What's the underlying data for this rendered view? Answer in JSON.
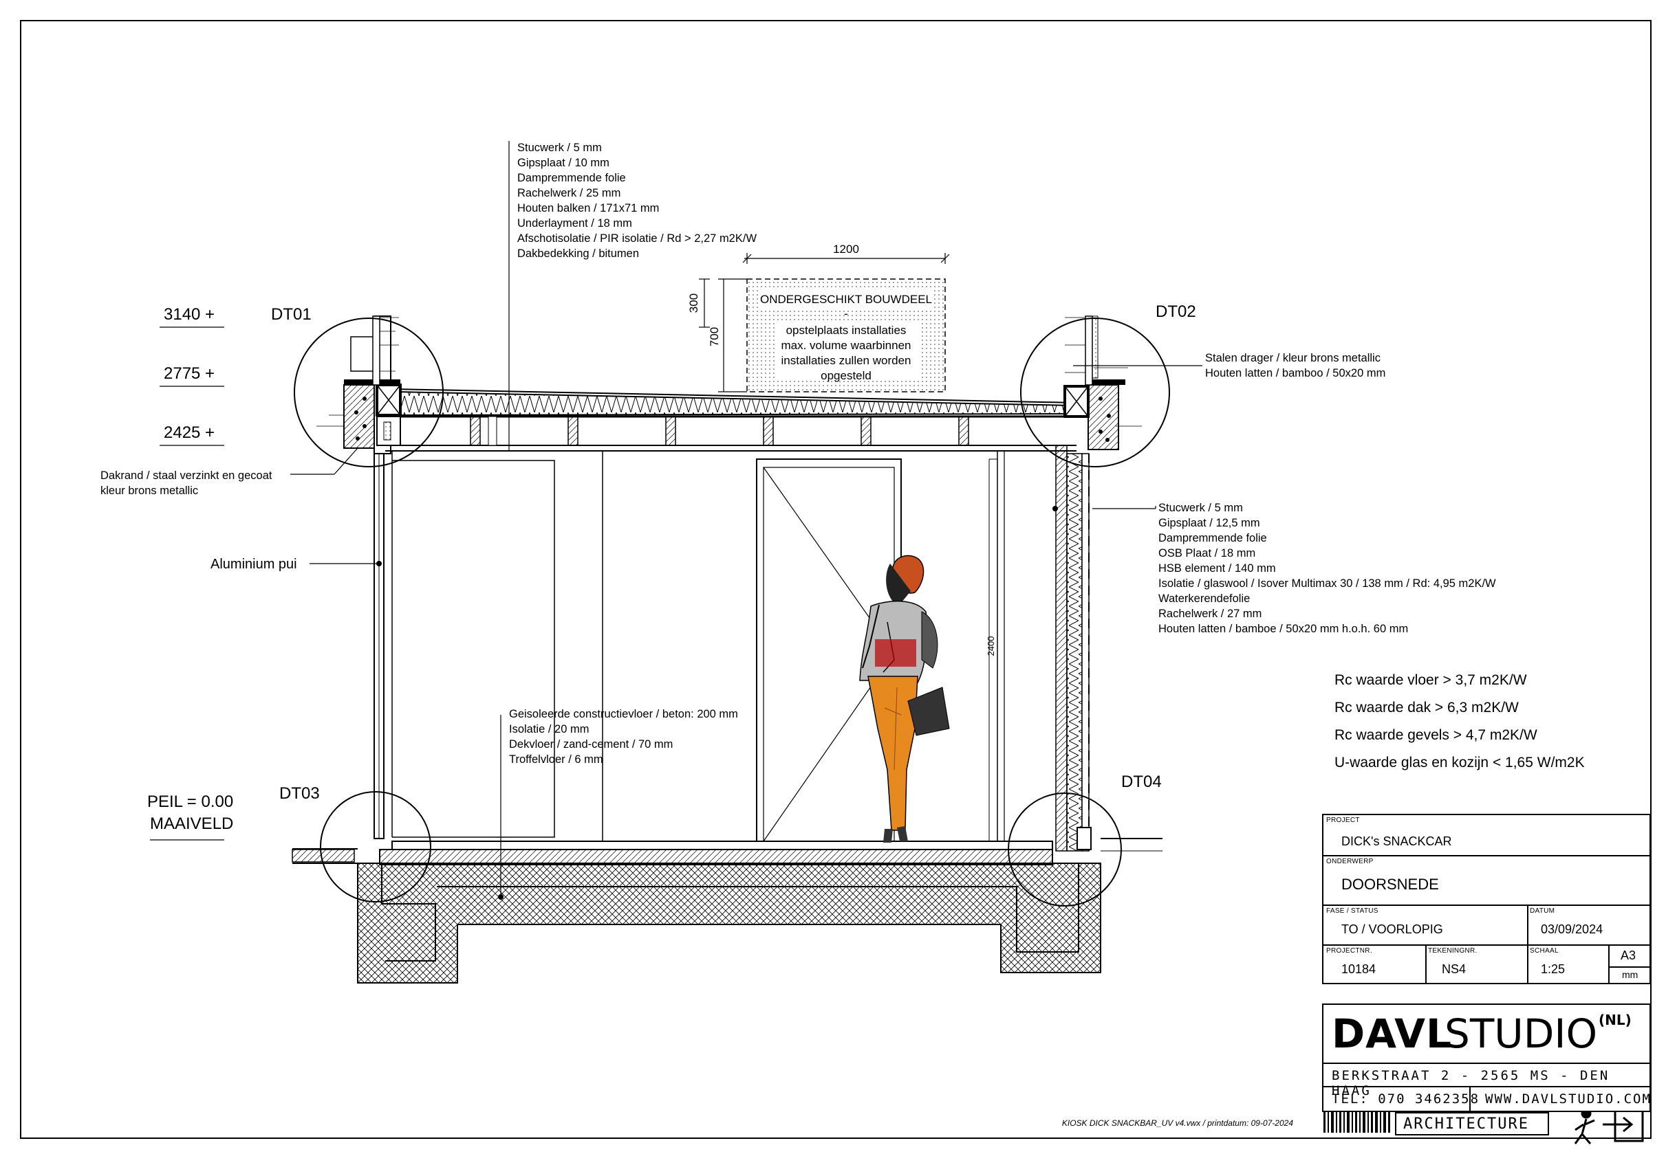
{
  "levels": {
    "l1": "3140 +",
    "l2": "2775 +",
    "l3": "2425 +"
  },
  "details": {
    "dt01": "DT01",
    "dt02": "DT02",
    "dt03": "DT03",
    "dt04": "DT04"
  },
  "peil": {
    "line1": "PEIL = 0.00",
    "line2": "MAAIVELD"
  },
  "roof_build_up": [
    "Stucwerk / 5 mm",
    "Gipsplaat / 10 mm",
    "Dampremmende folie",
    "Rachelwerk / 25 mm",
    "Houten balken / 171x71 mm",
    "Underlayment / 18 mm",
    "Afschotisolatie / PIR isolatie / Rd > 2,27 m2K/W",
    "Dakbedekking / bitumen"
  ],
  "wall_build_up": [
    "Stucwerk / 5 mm",
    "Gipsplaat / 12,5 mm",
    "Dampremmende folie",
    "OSB Plaat / 18 mm",
    "HSB element / 140 mm",
    "Isolatie / glaswool / Isover Multimax 30 / 138 mm / Rd: 4,95 m2K/W",
    "Waterkerendefolie",
    "Rachelwerk / 27 mm",
    "Houten latten / bamboe / 50x20 mm h.o.h. 60 mm"
  ],
  "floor_build_up": [
    "Geisoleerde constructievloer / beton: 200 mm",
    "Isolatie / 20 mm",
    "Dekvloer / zand-cement / 70 mm",
    "Troffelvloer / 6 mm"
  ],
  "steel_note": [
    "Stalen drager / kleur brons metallic",
    "Houten latten / bamboo / 50x20 mm"
  ],
  "dakrand_note": [
    "Dakrand / staal verzinkt en gecoat",
    "kleur brons metallic"
  ],
  "pui_note": "Aluminium pui",
  "installations": {
    "title": "ONDERGESCHIKT BOUWDEEL",
    "dash": "-",
    "lines": [
      "opstelplaats installaties",
      "max. volume waarbinnen",
      "installaties zullen worden",
      "opgesteld"
    ]
  },
  "dimensions": {
    "width": "1200",
    "h300": "300",
    "h700": "700",
    "h2400": "2400"
  },
  "rc_values": [
    "Rc waarde vloer > 3,7 m2K/W",
    "Rc waarde dak > 6,3  m2K/W",
    "Rc waarde gevels >  4,7 m2K/W",
    "U-waarde glas en kozijn < 1,65 W/m2K"
  ],
  "file_note": "KIOSK DICK SNACKBAR_UV v4.vwx  /  printdatum:  09-07-2024",
  "title_block": {
    "project_caption": "PROJECT",
    "project": "DICK's SNACKCAR",
    "subject_caption": "ONDERWERP",
    "subject": "DOORSNEDE",
    "phase_caption": "FASE / STATUS",
    "phase": "TO / VOORLOPIG",
    "date_caption": "DATUM",
    "date": "03/09/2024",
    "projnr_caption": "PROJECTNR.",
    "projnr": "10184",
    "drawnr_caption": "TEKENINGNR.",
    "drawnr": "NS4",
    "scale_caption": "SCHAAL",
    "scale": "1:25",
    "paper": "A3",
    "unit": "mm"
  },
  "brand": {
    "name_bold": "DAVL",
    "name_light": "STUDIO",
    "country": "(NL)",
    "address": "BERKSTRAAT 2 - 2565 MS - DEN HAAG",
    "tel": "TEL: 070 3462358",
    "web": "WWW.DAVLSTUDIO.COM",
    "tagline": "ARCHITECTURE"
  }
}
